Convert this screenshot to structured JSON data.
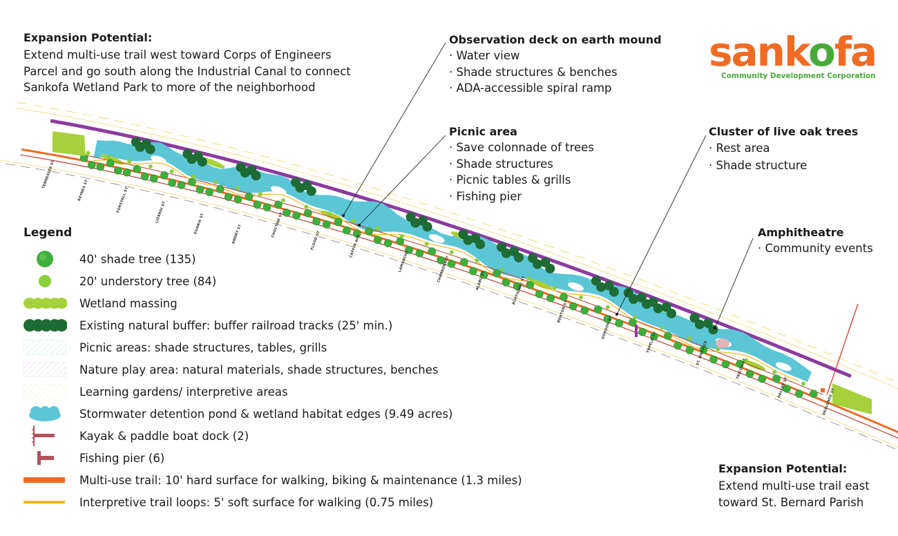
{
  "colors": {
    "pond": "#5bc6d6",
    "wetland": "#a6d13a",
    "buffer": "#1e6b35",
    "shade_tree": "#3fae3b",
    "understory_tree": "#8ccd3c",
    "trail": "#ee6a22",
    "interpretive": "#f7b718",
    "dock": "#b5515a",
    "rail": "#8c3aa0",
    "logo_orange": "#ef6b24",
    "logo_green": "#4aa83b"
  },
  "logo": {
    "word_a": "sank",
    "word_o": "o",
    "word_b": "fa",
    "subtitle": "Community Development Corporation"
  },
  "expansion_west": {
    "title": "Expansion Potential:",
    "lines": [
      "Extend multi-use trail west toward Corps of Engineers",
      "Parcel and go south along the Industrial Canal to connect",
      "Sankofa Wetland Park to more of the neighborhood"
    ]
  },
  "expansion_east": {
    "title": "Expansion Potential:",
    "lines": [
      "Extend multi-use trail east",
      "toward St. Bernard Parish"
    ]
  },
  "callouts": {
    "observation": {
      "title": "Observation deck on earth mound",
      "items": [
        "· Water view",
        "· Shade structures & benches",
        "· ADA-accessible spiral ramp"
      ]
    },
    "picnic": {
      "title": "Picnic area",
      "items": [
        "· Save colonnade of trees",
        "· Shade structures",
        "· Picnic tables & grills",
        "· Fishing pier"
      ]
    },
    "oaks": {
      "title": "Cluster of live oak trees",
      "items": [
        "· Rest area",
        "· Shade structure"
      ]
    },
    "amphitheatre": {
      "title": "Amphitheatre",
      "items": [
        "· Community events"
      ]
    }
  },
  "legend": {
    "title": "Legend",
    "items": [
      {
        "icon": "shade-tree",
        "label": "40' shade tree (135)"
      },
      {
        "icon": "understory-tree",
        "label": "20' understory tree (84)"
      },
      {
        "icon": "wetland-massing",
        "label": "Wetland massing"
      },
      {
        "icon": "natural-buffer",
        "label": "Existing natural buffer: buffer railroad tracks (25' min.)"
      },
      {
        "icon": "picnic-hatch",
        "label": "Picnic areas: shade structures, tables, grills"
      },
      {
        "icon": "nature-play-hatch",
        "label": "Nature play area: natural materials, shade structures, benches"
      },
      {
        "icon": "garden-hatch",
        "label": "Learning gardens/ interpretive areas"
      },
      {
        "icon": "pond",
        "label": "Stormwater detention pond & wetland habitat edges (9.49 acres)"
      },
      {
        "icon": "kayak-dock",
        "label": "Kayak & paddle boat dock (2)"
      },
      {
        "icon": "fishing-pier",
        "label": "Fishing pier (6)"
      },
      {
        "icon": "multi-use-trail",
        "label": "Multi-use trail: 10' hard surface for walking, biking & maintenance (1.3 miles)"
      },
      {
        "icon": "interpretive-trail",
        "label": "Interpretive trail loops: 5' soft surface for walking (0.75 miles)"
      }
    ]
  },
  "streets": [
    "TENNESSEE ST",
    "REYNES ST",
    "FORSTALL ST",
    "LIZARDI ST",
    "EGANIA ST",
    "ANDRY ST",
    "CHOCTAW ST",
    "FLOOD ST",
    "CAFFIN AVE",
    "LAMANCHE",
    "CHARBONNET",
    "ALABO ST",
    "ROFFIGNAC ST",
    "BENTON ST",
    "GORDON ST",
    "TUPELO ST",
    "ST. MAURICE",
    "TRICOU ST",
    "DELERY ST",
    "DESLONDE ST"
  ]
}
